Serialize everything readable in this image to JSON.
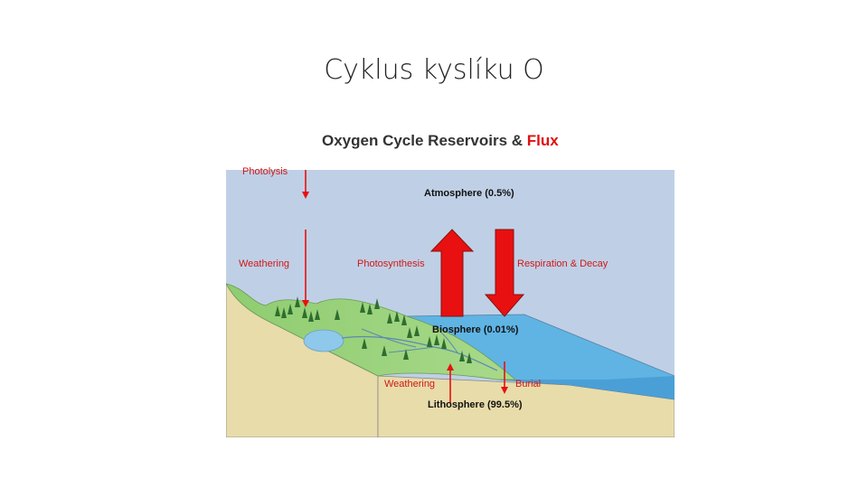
{
  "slide": {
    "title": "Cyklus kyslíku O"
  },
  "diagram": {
    "title_main": "Oxygen Cycle Reservoirs & ",
    "title_flux": "Flux",
    "labels": {
      "photolysis": "Photolysis",
      "weathering_top": "Weathering",
      "photosynthesis": "Photosynthesis",
      "respiration": "Respiration & Decay",
      "atmosphere": "Atmosphere (0.5%)",
      "biosphere": "Biosphere (0.01%)",
      "weathering_bottom": "Weathering",
      "burial": "Burial",
      "lithosphere": "Lithosphere (99.5%)"
    },
    "colors": {
      "sky": "#bfd0e6",
      "ocean": "#5fb4e4",
      "land": "#9dd17d",
      "ground": "#e8dcaa",
      "arrow": "#e81010"
    }
  }
}
